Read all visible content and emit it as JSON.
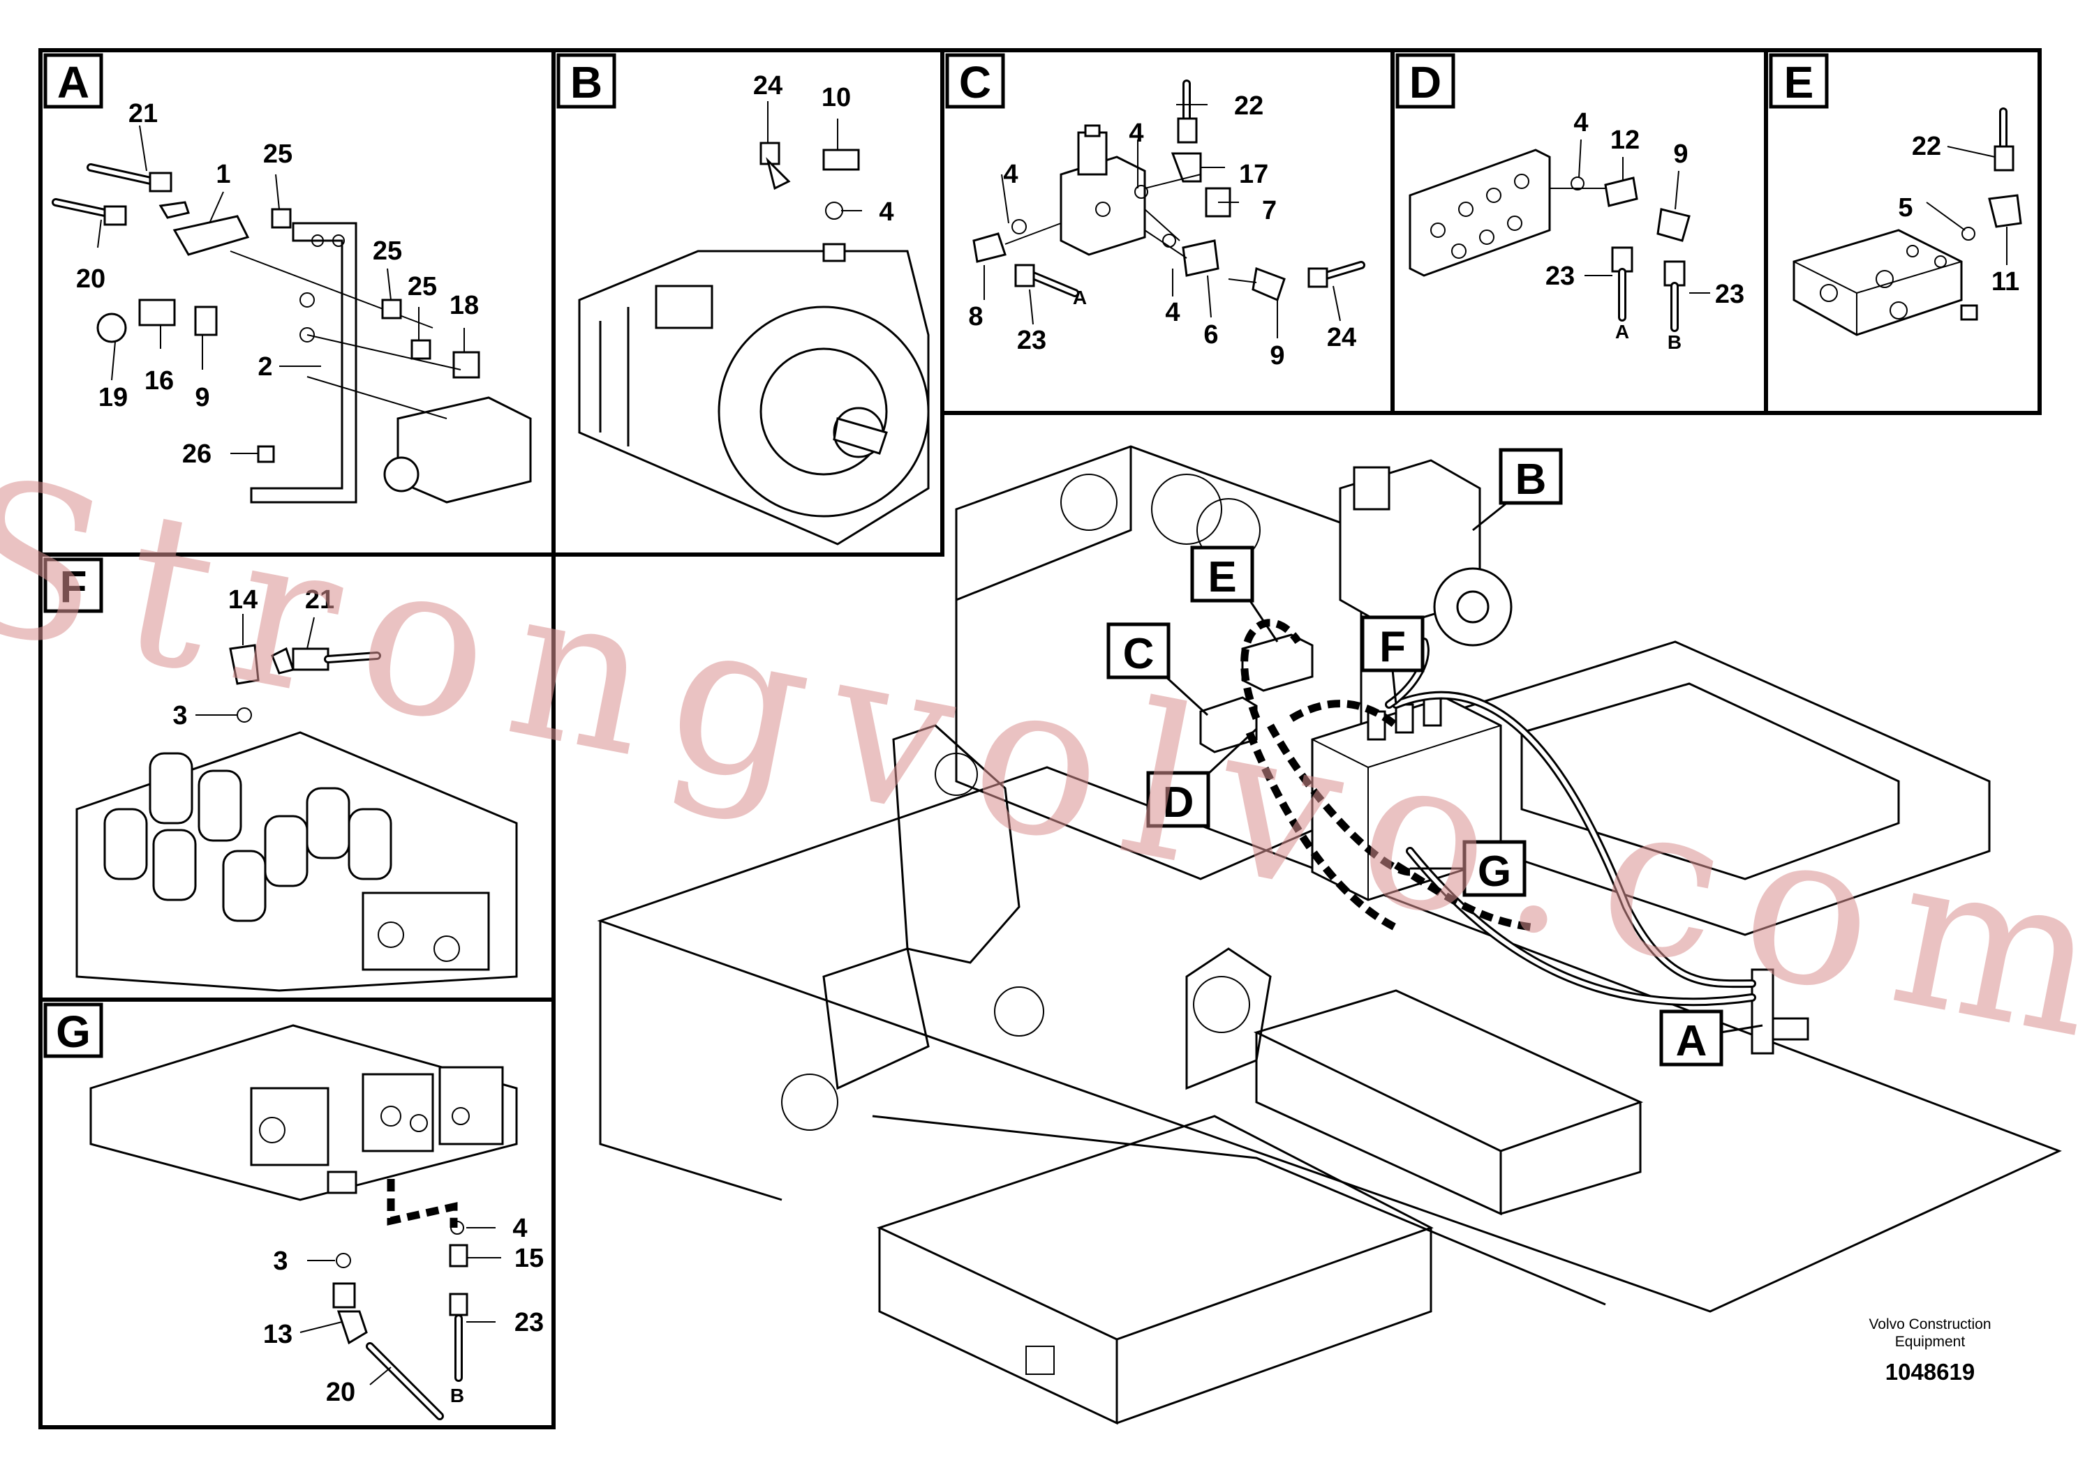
{
  "panels": [
    {
      "id": "A",
      "callouts": [
        "21",
        "1",
        "25",
        "20",
        "25",
        "25",
        "18",
        "19",
        "16",
        "9",
        "2",
        "26"
      ]
    },
    {
      "id": "B",
      "callouts": [
        "24",
        "10",
        "4"
      ]
    },
    {
      "id": "C",
      "callouts": [
        "22",
        "4",
        "17",
        "4",
        "7",
        "8",
        "23",
        "A",
        "4",
        "6",
        "9",
        "24"
      ]
    },
    {
      "id": "D",
      "callouts": [
        "4",
        "12",
        "9",
        "23",
        "23",
        "A",
        "B"
      ]
    },
    {
      "id": "E",
      "callouts": [
        "22",
        "5",
        "11"
      ]
    },
    {
      "id": "F",
      "callouts": [
        "14",
        "21",
        "3"
      ]
    },
    {
      "id": "G",
      "callouts": [
        "4",
        "3",
        "15",
        "13",
        "23",
        "20",
        "B"
      ]
    }
  ],
  "detail_tags": [
    "B",
    "E",
    "F",
    "C",
    "D",
    "G",
    "A"
  ],
  "watermark": "Strongvolvo.com",
  "footer": {
    "company_line1": "Volvo Construction",
    "company_line2": "Equipment",
    "drawing_number": "1048619"
  }
}
